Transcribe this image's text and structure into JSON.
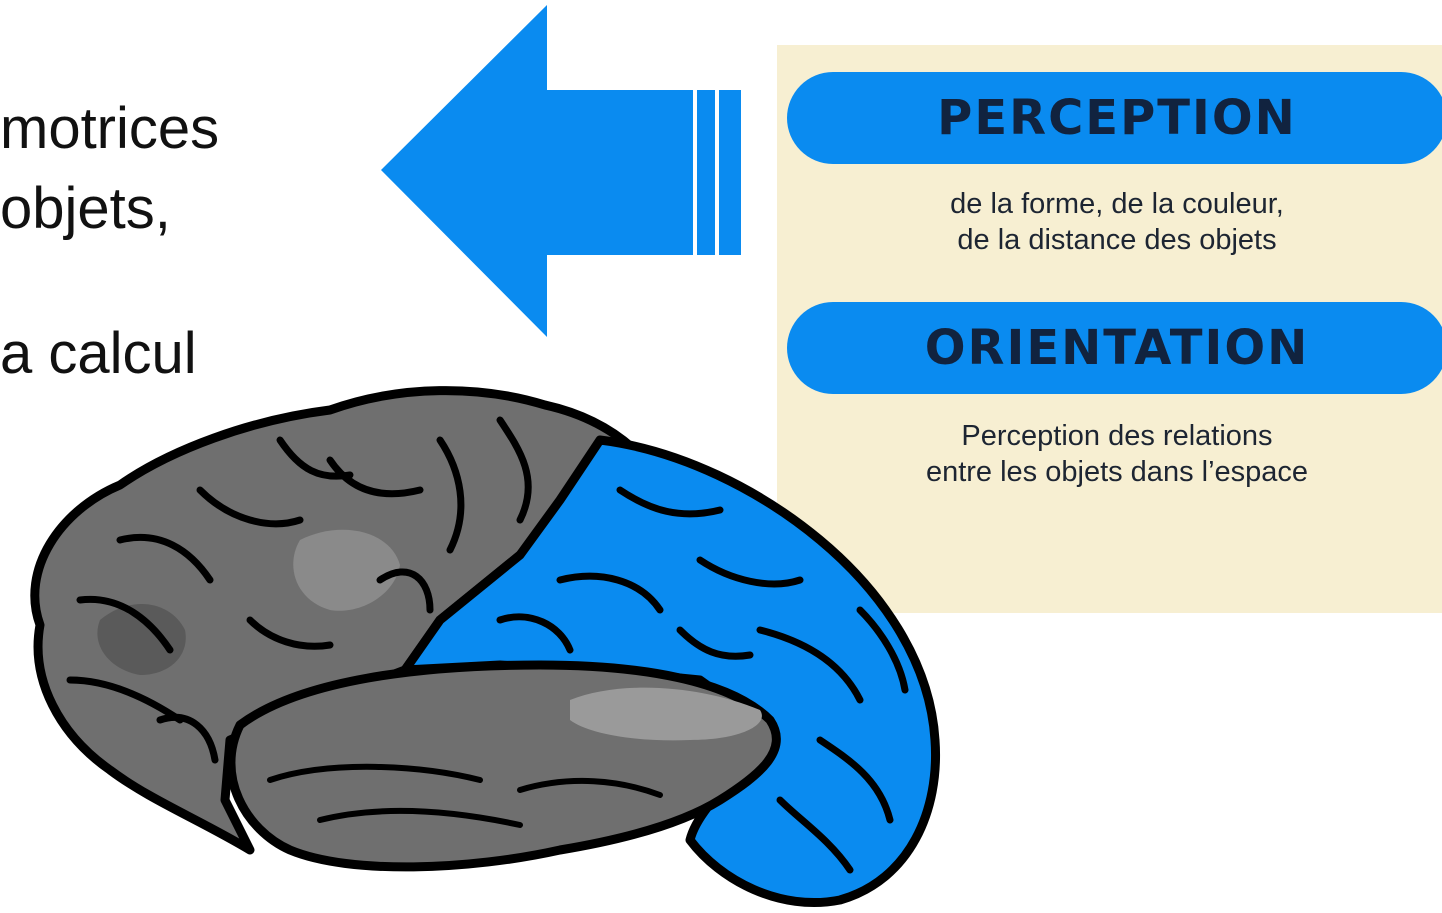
{
  "left_text": {
    "line1": "motrices",
    "line2": "objets,",
    "line3": "a calcul"
  },
  "panel": {
    "perception": {
      "title": "PERCEPTION",
      "desc_line1": "de la forme, de la couleur,",
      "desc_line2": "de la distance des objets"
    },
    "orientation": {
      "title": "ORIENTATION",
      "desc_line1": "Perception des relations",
      "desc_line2": "entre les objets dans l’espace"
    }
  },
  "colors": {
    "accent_blue": "#0a8bf0",
    "panel_bg": "#f7efd2",
    "brain_gray": "#6f6f6f",
    "brain_light_gray": "#9a9a9a",
    "outline": "#000000"
  },
  "icons": {
    "arrow": "left-arrow-icon",
    "brain": "brain-illustration"
  }
}
